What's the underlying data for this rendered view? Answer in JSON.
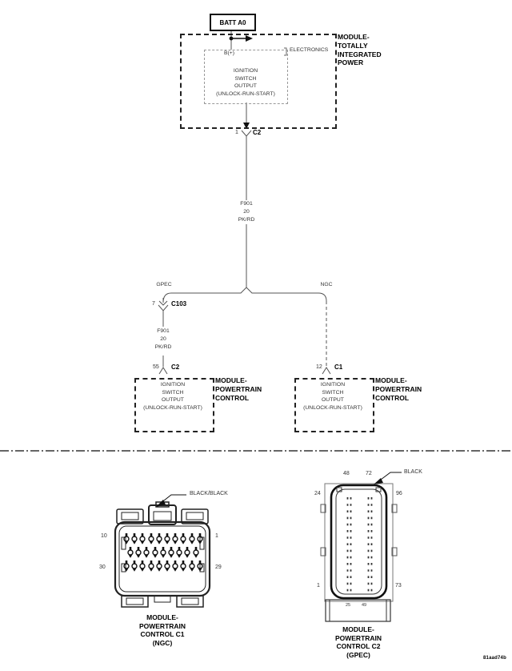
{
  "top_diagram": {
    "batt": "BATT A0",
    "tipm_module_lines": [
      "MODULE-",
      "TOTALLY",
      "INTEGRATED",
      "POWER"
    ],
    "electronics_label": "ELECTRONICS",
    "b_plus": "B(+)",
    "tipm_function": [
      "IGNITION",
      "SWITCH",
      "OUTPUT",
      "(UNLOCK-RUN-START)"
    ],
    "c2_top": {
      "pin": "1",
      "name": "C2"
    },
    "wire_main": {
      "circuit": "F901",
      "gauge": "20",
      "color": "PK/RD"
    },
    "branch": {
      "left": "GPEC",
      "right": "NGC"
    },
    "c103": {
      "pin": "7",
      "name": "C103"
    },
    "wire_gpec": {
      "circuit": "F901",
      "gauge": "20",
      "color": "PK/RD"
    },
    "c2_pcm": {
      "pin": "55",
      "name": "C2"
    },
    "c1_pcm": {
      "pin": "12",
      "name": "C1"
    },
    "pcm_left_function": [
      "IGNITION",
      "SWITCH",
      "OUTPUT",
      "(UNLOCK-RUN-START)"
    ],
    "pcm_left_module": [
      "MODULE-",
      "POWERTRAIN",
      "CONTROL"
    ],
    "pcm_right_function": [
      "IGNITION",
      "SWITCH",
      "OUTPUT",
      "(UNLOCK-RUN-START)"
    ],
    "pcm_right_module": [
      "MODULE-",
      "POWERTRAIN",
      "CONTROL"
    ]
  },
  "connector_views": {
    "ngc": {
      "color_label": "BLACK/BLACK",
      "pin_top_left": "10",
      "pin_top_right": "1",
      "pin_bottom_left": "30",
      "pin_bottom_right": "29",
      "caption": [
        "MODULE-",
        "POWERTRAIN",
        "CONTROL C1",
        "(NGC)"
      ]
    },
    "gpec": {
      "color_label": "BLACK",
      "pin_top_left": "48",
      "pin_top_right": "72",
      "pin_upper_left": "24",
      "pin_upper_right": "96",
      "pin_lower_left": "1",
      "pin_lower_right": "73",
      "pin_base_left": "25",
      "pin_base_right": "49",
      "caption": [
        "MODULE-",
        "POWERTRAIN",
        "CONTROL C2",
        "(GPEC)"
      ]
    }
  },
  "footer_code": "81aad74b"
}
